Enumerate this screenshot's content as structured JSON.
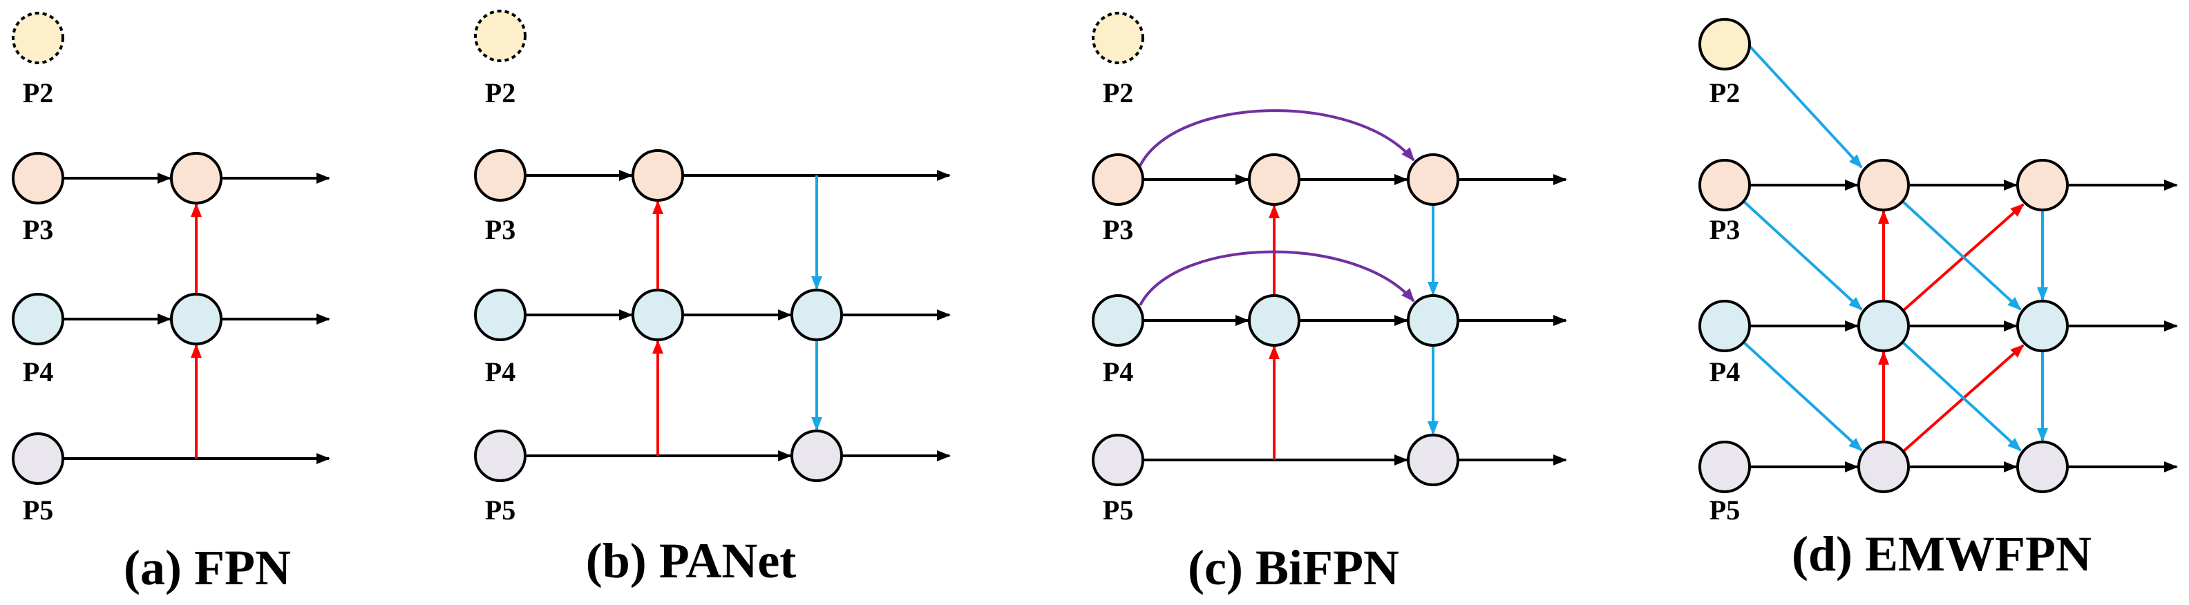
{
  "colors": {
    "p2_fill": "#fdefc9",
    "p3_fill": "#fbe3d4",
    "p4_fill": "#d9edf2",
    "p5_fill": "#e9e6ee",
    "top_down": "#ff0000",
    "bottom_up": "#1aa7e6",
    "skip": "#7030a0",
    "lateral": "#000000"
  },
  "panels": [
    {
      "caption": "(a) FPN",
      "labels": [
        "P2",
        "P3",
        "P4",
        "P5"
      ]
    },
    {
      "caption": "(b) PANet",
      "labels": [
        "P2",
        "P3",
        "P4",
        "P5"
      ]
    },
    {
      "caption": "(c) BiFPN",
      "labels": [
        "P2",
        "P3",
        "P4",
        "P5"
      ]
    },
    {
      "caption": "(d) EMWFPN",
      "labels": [
        "P2",
        "P3",
        "P4",
        "P5"
      ]
    }
  ]
}
